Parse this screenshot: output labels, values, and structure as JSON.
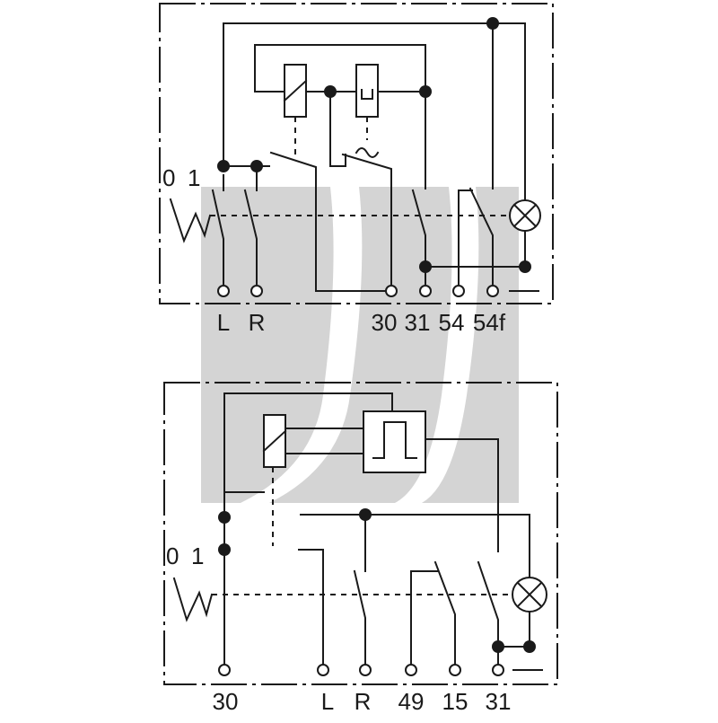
{
  "colors": {
    "line": "#1a1a1a",
    "watermark": "#d4d4d4",
    "background": "#ffffff"
  },
  "top_diagram": {
    "switch_positions": [
      "0",
      "1"
    ],
    "terminals": [
      "L",
      "R",
      "30",
      "31",
      "54",
      "54f"
    ]
  },
  "bottom_diagram": {
    "switch_positions": [
      "0",
      "1"
    ],
    "terminals": [
      "30",
      "L",
      "R",
      "49",
      "15",
      "31"
    ]
  }
}
